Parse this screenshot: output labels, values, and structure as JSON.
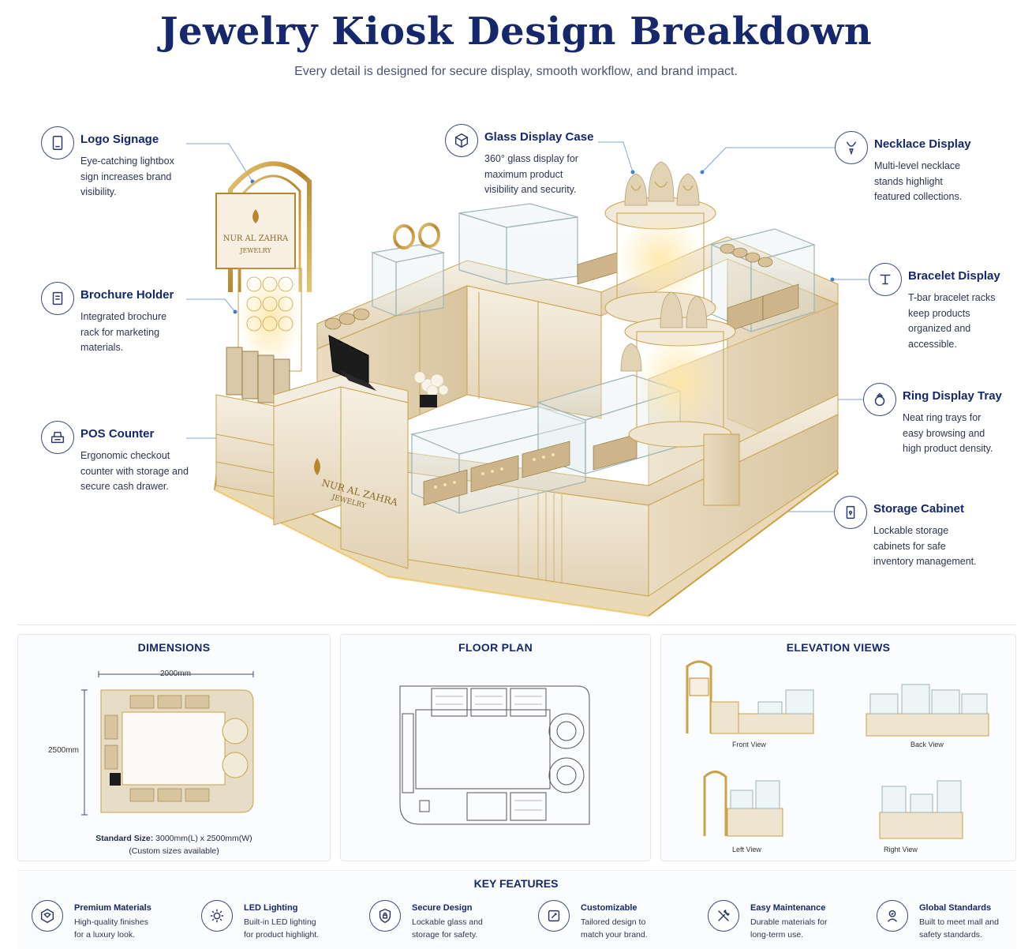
{
  "header": {
    "title": "Jewelry Kiosk Design Breakdown",
    "subtitle": "Every detail is designed for secure display, smooth workflow, and brand impact."
  },
  "brand": {
    "line1": "NUR AL ZAHRA",
    "line2": "JEWELRY"
  },
  "callouts": {
    "logo_signage": {
      "title": "Logo Signage",
      "desc": "Eye-catching lightbox sign increases brand visibility.",
      "icon": "lightbox-icon"
    },
    "brochure_holder": {
      "title": "Brochure Holder",
      "desc": "Integrated brochure rack for marketing materials.",
      "icon": "brochure-icon"
    },
    "pos_counter": {
      "title": "POS Counter",
      "desc": "Ergonomic checkout counter with storage and secure cash drawer.",
      "icon": "register-icon"
    },
    "glass_display": {
      "title": "Glass Display Case",
      "desc": "360° glass display for maximum product visibility and security.",
      "icon": "cube-icon"
    },
    "necklace_display": {
      "title": "Necklace Display",
      "desc": "Multi-level necklace stands highlight featured collections.",
      "icon": "necklace-icon"
    },
    "bracelet_display": {
      "title": "Bracelet Display",
      "desc": "T-bar bracelet racks keep products organized and accessible.",
      "icon": "t-bar-icon"
    },
    "ring_tray": {
      "title": "Ring Display Tray",
      "desc": "Neat ring trays for easy browsing and high product density.",
      "icon": "ring-icon"
    },
    "storage_cabinet": {
      "title": "Storage Cabinet",
      "desc": "Lockable storage cabinets for safe inventory management.",
      "icon": "lock-cabinet-icon"
    }
  },
  "panels": {
    "dimensions": {
      "title": "DIMENSIONS",
      "width_label": "2000mm",
      "height_label": "2500mm",
      "standard_label": "Standard Size:",
      "standard_value": "3000mm(L) x 2500mm(W)",
      "custom_note": "(Custom sizes available)"
    },
    "floor_plan": {
      "title": "FLOOR PLAN"
    },
    "elevation": {
      "title": "ELEVATION VIEWS",
      "views": [
        "Front View",
        "Back View",
        "Left View",
        "Right View"
      ]
    }
  },
  "key_features": {
    "title": "KEY FEATURES",
    "items": [
      {
        "title": "Premium Materials",
        "desc": "High-quality finishes for a luxury look.",
        "icon": "gem-box-icon"
      },
      {
        "title": "LED Lighting",
        "desc": "Built-in LED lighting for product highlight.",
        "icon": "light-icon"
      },
      {
        "title": "Secure Design",
        "desc": "Lockable glass and storage for safety.",
        "icon": "shield-icon"
      },
      {
        "title": "Customizable",
        "desc": "Tailored design to match your brand.",
        "icon": "customize-icon"
      },
      {
        "title": "Easy Maintenance",
        "desc": "Durable materials for long-term use.",
        "icon": "tools-icon"
      },
      {
        "title": "Global Standards",
        "desc": "Built to meet mall and safety standards.",
        "icon": "certified-icon"
      }
    ]
  },
  "colors": {
    "navy": "#16276b",
    "gold": "#c9a24a",
    "cream": "#efe4cf",
    "leader": "#7fa6d6"
  }
}
